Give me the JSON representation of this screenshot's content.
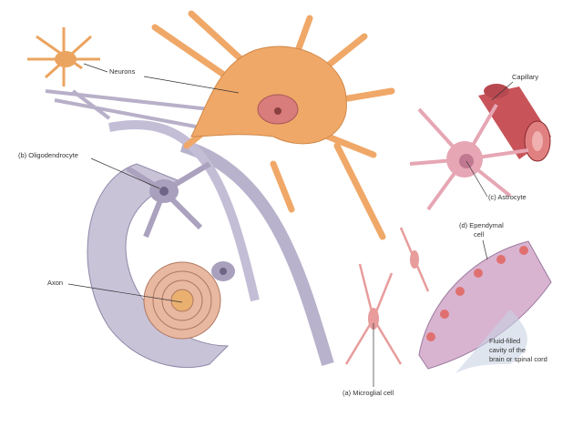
{
  "labels": {
    "neurons": "Neurons",
    "capillary": "Capillary",
    "oligodendrocyte": "(b) Oligodendrocyte",
    "astrocyte": "(c) Astrocyte",
    "ependymal_1": "(d) Ependymal",
    "ependymal_2": "cell",
    "axon": "Axon",
    "fluid_1": "Fluid-filled",
    "fluid_2": "cavity of the",
    "fluid_3": "brain or spinal cord",
    "microglial": "(a) Microglial cell"
  },
  "colors": {
    "neuron": "#f0a868",
    "astrocyte": "#e6a6b4",
    "capillary": "#c8545a",
    "myelin": "#c9c3d8",
    "ependymal": "#d8b4d0"
  }
}
